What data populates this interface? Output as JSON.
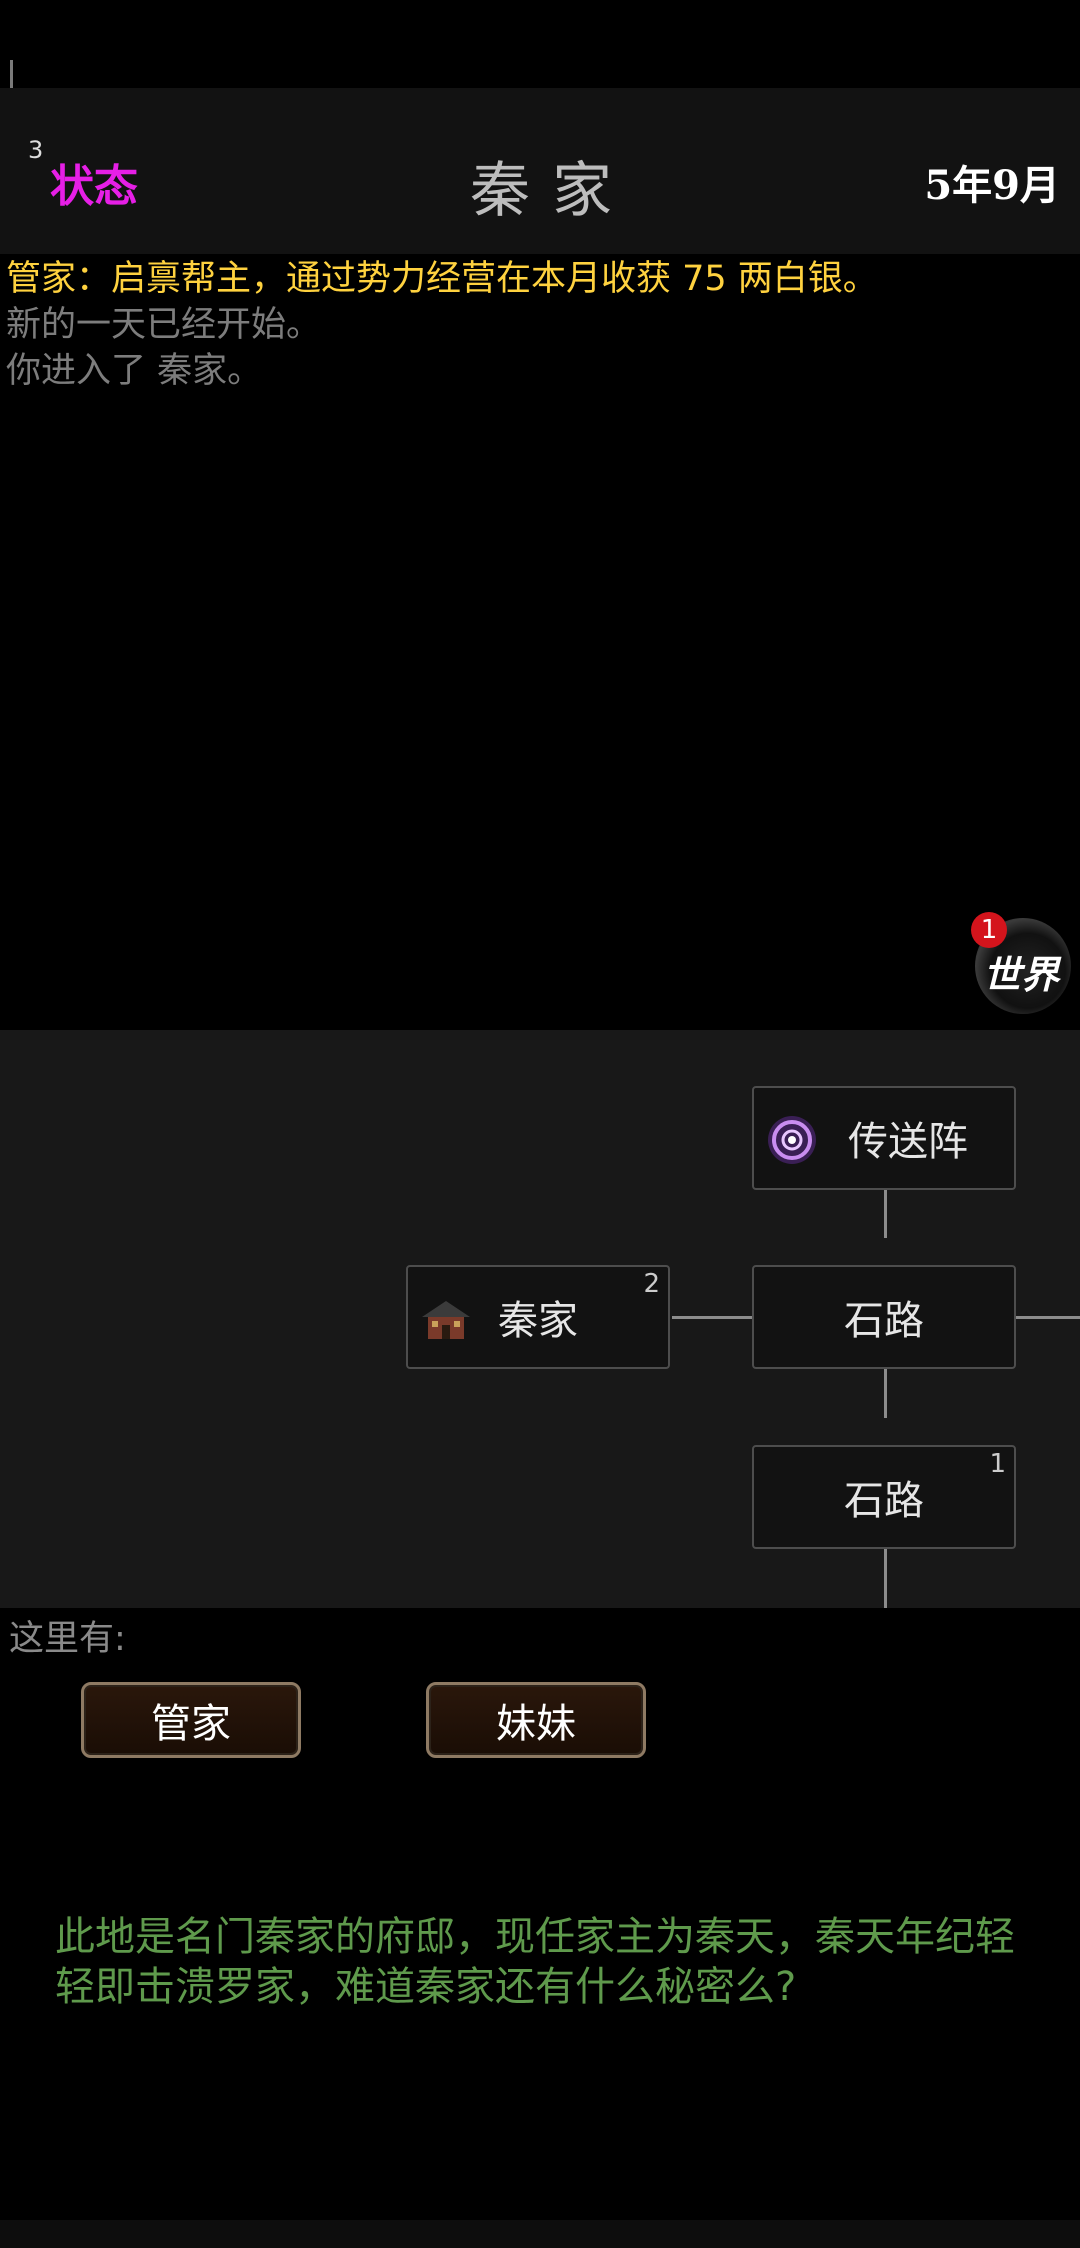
{
  "header": {
    "status_count": "3",
    "status_label": "状态",
    "location_title": "秦家",
    "date": "5年9月"
  },
  "log": [
    {
      "text": "管家：启禀帮主，通过势力经营在本月收获 75 两白银。",
      "color": "#ffd23f"
    },
    {
      "text": "新的一天已经开始。",
      "color": "#7d7d7d"
    },
    {
      "text": "你进入了 秦家。",
      "color": "#7d7d7d"
    }
  ],
  "world_button": {
    "label": "世界",
    "badge": "1"
  },
  "map": {
    "nodes": {
      "teleport": {
        "label": "传送阵",
        "icon": "magic-circle-icon"
      },
      "qin_home": {
        "label": "秦家",
        "count": "2",
        "icon": "house-icon"
      },
      "stone_road_center": {
        "label": "石路"
      },
      "stone_road_lower": {
        "label": "石路",
        "count": "1"
      }
    }
  },
  "here": {
    "label": "这里有:",
    "npcs": [
      "管家",
      "妹妹"
    ]
  },
  "description": "此地是名门秦家的府邸，现任家主为秦天，秦天年纪轻轻即击溃罗家，难道秦家还有什么秘密么?"
}
